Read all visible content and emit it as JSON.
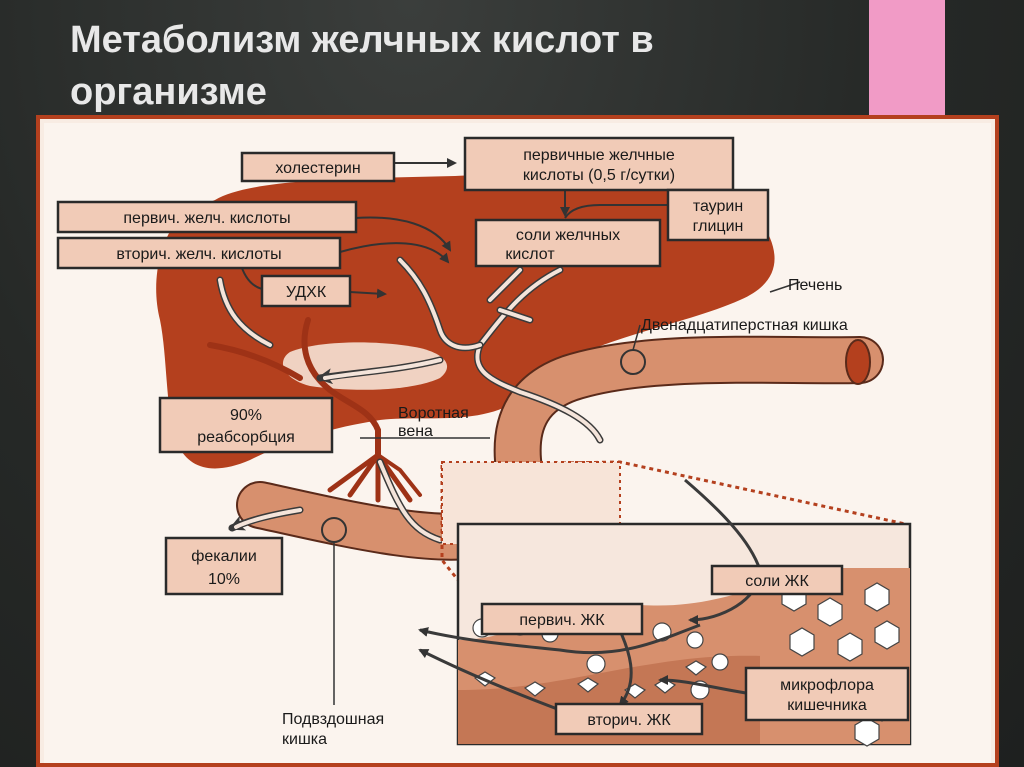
{
  "title": "Метаболизм желчных кислот в организме",
  "diagram": {
    "labels": {
      "cholesterol": "холестерин",
      "primary_acids_line1": "первичные желчные",
      "primary_acids_line2": "кислоты (0,5 г/сутки)",
      "taurine": "таурин",
      "glycine": "глицин",
      "bile_salts_line1": "соли желчных",
      "bile_salts_line2": "кислот",
      "primary_short": "первич. желч. кислоты",
      "secondary_short": "вторич. желч. кислоты",
      "udca": "УДХК",
      "liver": "Печень",
      "duodenum": "Двенадцатиперстная кишка",
      "reabsorption_line1": "90%",
      "reabsorption_line2": "реабсорбция",
      "portal_line1": "Воротная",
      "portal_line2": "вена",
      "feces_line1": "фекалии",
      "feces_line2": "10%",
      "ileum_line1": "Подвздошная",
      "ileum_line2": "кишка",
      "bile_salts_short": "соли ЖК",
      "primary_bile": "первич. ЖК",
      "secondary_bile": "вторич. ЖК",
      "microflora_line1": "микрофлора",
      "microflora_line2": "кишечника"
    },
    "colors": {
      "liver": "#b4401e",
      "intestine": "#d7906e",
      "box_fill": "#f1cbb7",
      "frame": "#b4401e",
      "panel": "#f6e7dd"
    }
  }
}
